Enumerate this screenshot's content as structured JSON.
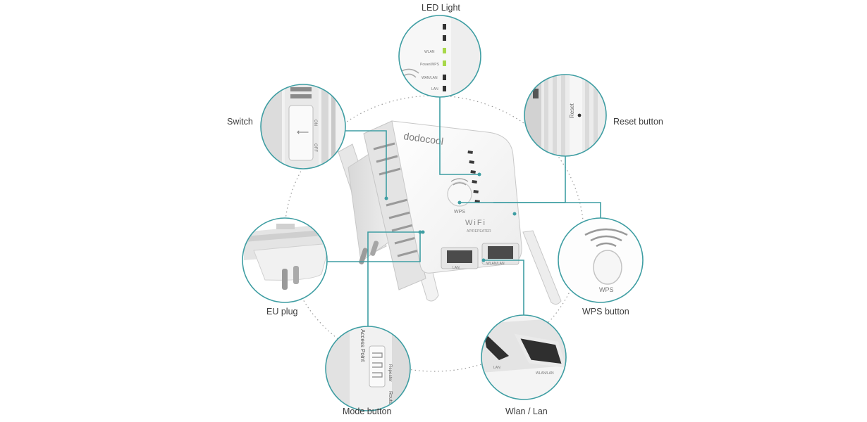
{
  "callouts": {
    "led_light": "LED Light",
    "switch": "Switch",
    "reset_button": "Reset button",
    "eu_plug": "EU plug",
    "wps_button": "WPS button",
    "mode_button": "Mode button",
    "wlan_lan": "Wlan / Lan"
  },
  "device": {
    "brand": "dodocool",
    "wps_label": "WPS",
    "wifi_label": "WiFi",
    "model_text": "AP/REPEATER",
    "port_left": "LAN",
    "port_right": "WLAN/LAN"
  },
  "led_panel": {
    "wlan": "WLAN",
    "power_wps": "Power/WPS",
    "wan_lan": "WAN/LAN",
    "lan": "LAN"
  },
  "reset_panel": {
    "label": "Reset"
  },
  "switch_panel": {
    "on": "ON",
    "off": "OFF"
  },
  "mode_panel": {
    "access_point": "Access Point",
    "repeater": "Repeater",
    "router": "Router"
  },
  "wlan_panel": {
    "left": "LAN",
    "right": "WLAN/LAN"
  },
  "colors": {
    "teal": "#3f9ea3",
    "led_green": "#a8d84a",
    "dotted_ring": "#9a9a9a"
  }
}
